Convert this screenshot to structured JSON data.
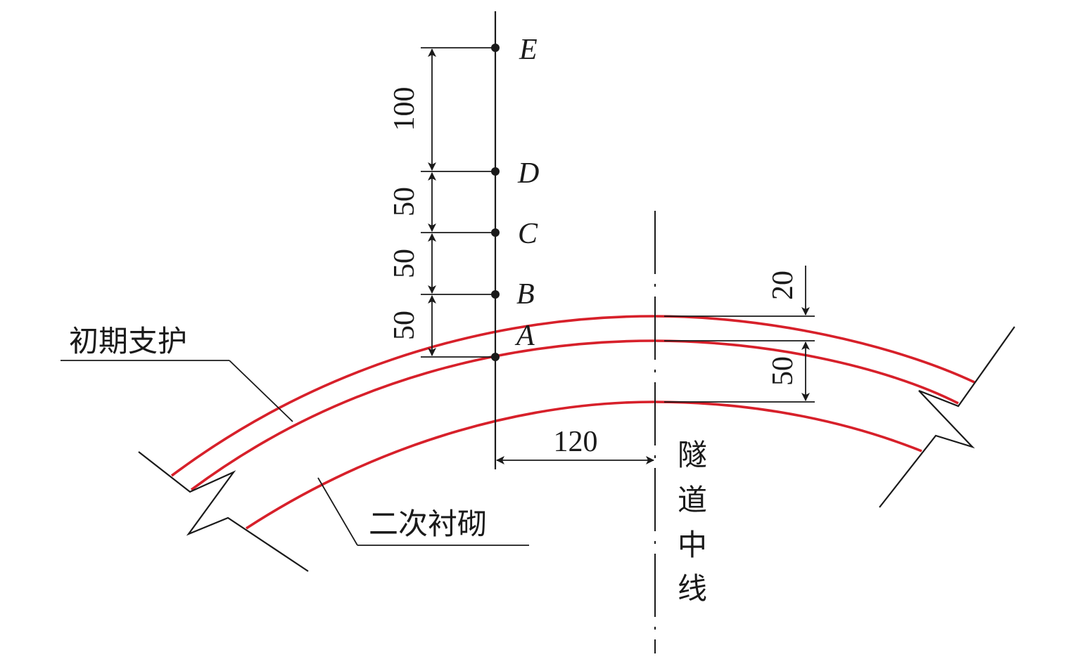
{
  "colors": {
    "lining": "#d7202a",
    "ink": "#1a1a1a",
    "background": "#ffffff"
  },
  "points": {
    "a": "A",
    "b": "B",
    "c": "C",
    "d": "D",
    "e": "E"
  },
  "dimensions": {
    "e_to_d": "100",
    "d_to_c": "50",
    "c_to_b": "50",
    "b_to_a": "50",
    "offset_to_centerline": "120",
    "initial_support_thickness": "20",
    "gap_to_secondary_lining": "50"
  },
  "labels": {
    "initial_support": "初期支护",
    "secondary_lining": "二次衬砌",
    "tunnel_centerline": [
      "隧",
      "道",
      "中",
      "线"
    ]
  }
}
